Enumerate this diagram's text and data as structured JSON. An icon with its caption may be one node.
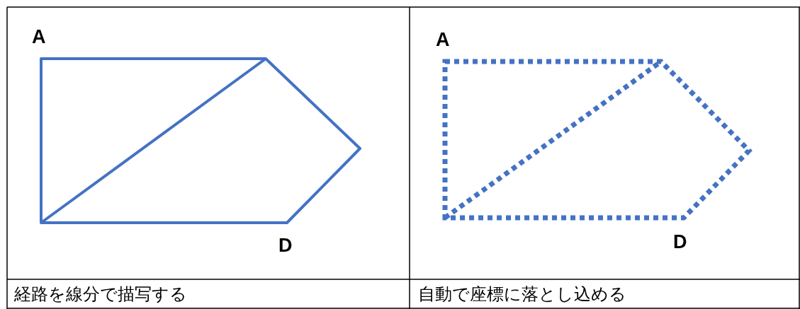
{
  "diagram": {
    "labels": [
      "A",
      "D",
      "A",
      "D",
      "経路を線分で描写する",
      "自動で座標に落とし込める"
    ]
  }
}
